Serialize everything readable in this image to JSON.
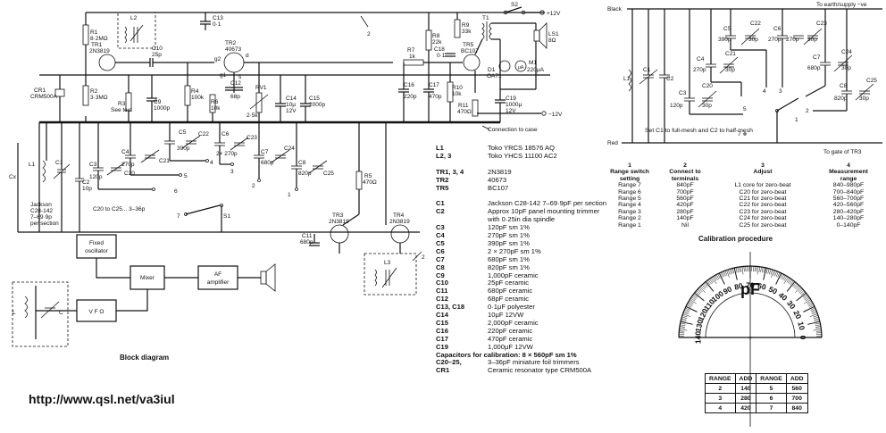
{
  "url": "http://www.qsl.net/va3iul",
  "block_diagram": {
    "title": "Block diagram",
    "fixed_osc": [
      "Fixed",
      "oscillator"
    ],
    "mixer": "Mixer",
    "af_amp": [
      "AF",
      "amplifier"
    ],
    "vfo": "V F O",
    "l": "L",
    "c": "C"
  },
  "schematic": {
    "plus12": "+12V",
    "minus12": "−12V",
    "case_note": "Connection to case",
    "s2": "S2",
    "r1": "R1",
    "r1v": "8·2MΩ",
    "l2": "L2",
    "c13": "C13",
    "c13v": "0·1",
    "tr1": "TR1",
    "tr1v": "2N3819",
    "c10": "C10",
    "c10v": "25p",
    "tr2": "TR2",
    "tr2v": "40673",
    "g2": "g2",
    "g1": "g1",
    "s": "s",
    "d": "d",
    "cr1": "CR1",
    "cr1v": "CRM500A",
    "r2": "R2",
    "r2v": "3·3MΩ",
    "r3": "R3",
    "r3v": "See text",
    "c9": "C9",
    "c9v": "1000p",
    "r4": "R4",
    "r4v": "100k",
    "c12": "C12",
    "c12v": "68p",
    "r6": "R6",
    "r6v": "10k",
    "rv1": "RV1",
    "rv1v": "2·5k",
    "c14": "C14",
    "c14v1": "10μ",
    "c14v2": "12V",
    "c15": "C15",
    "c15v": "2000p",
    "r7": "R7",
    "r7v": "1k",
    "r8": "R8",
    "r8v": "22k",
    "c18": "C18",
    "c18v": "0·1",
    "r9": "R9",
    "r9v": "33k",
    "t1": "T1",
    "tr5": "TR5",
    "tr5v": "BC107",
    "ls1": "LS1",
    "ls1v": "8Ω",
    "d1": "D1",
    "d1v": "OA71",
    "m1": "M1",
    "m1v": "220μA",
    "c16": "C16",
    "c16v": "220p",
    "c17": "C17",
    "c17v": "470p",
    "r10": "R10",
    "r10v": "10k",
    "r11": "R11",
    "r11v": "470Ω",
    "c19": "C19",
    "c19v1": "1000μ",
    "c19v2": "12V",
    "l1": "L1",
    "c1": "C1",
    "c2": "C2",
    "c2v": "10p",
    "jackson": [
      "Jackson",
      "C28-142",
      "7–69·9p",
      "per section"
    ],
    "cx": "Cx",
    "c3": "C3",
    "c3v": "120p",
    "c20": "C20",
    "c4": "C4",
    "c4v": "270p",
    "c21": "C21",
    "c5": "C5",
    "c5v": "390p",
    "c22": "C22",
    "c6": "C6",
    "c6v": "2× 270p",
    "c23": "C23",
    "c7": "C7",
    "c7v": "680p",
    "c24": "C24",
    "c8": "C8",
    "c8v": "820p",
    "c25": "C25",
    "trim_note": "C20 to C25... 3–36p",
    "s1": "S1",
    "r5": "R5",
    "r5v": "470Ω",
    "tr3": "TR3",
    "tr3v": "2N3819",
    "tr4": "TR4",
    "tr4v": "2N3819",
    "c11": "C11",
    "c11v": "680p",
    "l3": "L3",
    "terms": [
      "1",
      "2",
      "3",
      "4",
      "5",
      "6",
      "7"
    ]
  },
  "parts": [
    {
      "k": "L1",
      "v": "Toko YRCS 18576 AQ"
    },
    {
      "k": "L2, 3",
      "v": "Toko YHCS 11100 AC2"
    },
    {
      "k": "",
      "v": ""
    },
    {
      "k": "TR1, 3, 4",
      "v": "2N3819"
    },
    {
      "k": "TR2",
      "v": "40673"
    },
    {
      "k": "TR5",
      "v": "BC107"
    },
    {
      "k": "",
      "v": ""
    },
    {
      "k": "C1",
      "v": "Jackson C28-142 7–69·9pF per section"
    },
    {
      "k": "C2",
      "v": "Approx 10pF panel mounting trimmer"
    },
    {
      "k": "",
      "v": "with 0·25in dia spindle"
    },
    {
      "k": "C3",
      "v": "120pF sm 1%"
    },
    {
      "k": "C4",
      "v": "270pF sm 1%"
    },
    {
      "k": "C5",
      "v": "390pF sm 1%"
    },
    {
      "k": "C6",
      "v": "2 × 270pF sm 1%"
    },
    {
      "k": "C7",
      "v": "680pF sm 1%"
    },
    {
      "k": "C8",
      "v": "820pF sm 1%"
    },
    {
      "k": "C9",
      "v": "1,000pF ceramic"
    },
    {
      "k": "C10",
      "v": "25pF ceramic"
    },
    {
      "k": "C11",
      "v": "680pF ceramic"
    },
    {
      "k": "C12",
      "v": "68pF ceramic"
    },
    {
      "k": "C13, C18",
      "v": "0·1μF polyester"
    },
    {
      "k": "C14",
      "v": "10μF 12VW"
    },
    {
      "k": "C15",
      "v": "2,000pF ceramic"
    },
    {
      "k": "C16",
      "v": "220pF ceramic"
    },
    {
      "k": "C17",
      "v": "470pF ceramic"
    },
    {
      "k": "C19",
      "v": "1,000μF 12VW"
    },
    {
      "full": "Capacitors for calibration: 8 × 560pF sm 1%"
    },
    {
      "k": "C20–25,",
      "v": "3–36pF miniature foil trimmers"
    },
    {
      "k": "CR1",
      "v": "Ceramic resonator type CRM500A"
    }
  ],
  "calib_circuit": {
    "black": "Black",
    "red": "Red",
    "to_earth": "To earth/supply −ve",
    "to_gate": "To gate of TR3",
    "l1": "L1",
    "c1": "C1",
    "c2": "C2",
    "c3": "C3",
    "c3v": "120p",
    "c20": "C20",
    "c20v": "30p",
    "c4": "C4",
    "c4v": "270p",
    "c21": "C21",
    "c21v": "30p",
    "c5": "C5",
    "c5v": "390p",
    "c22": "C22",
    "c22v": "30p",
    "c6": "C6",
    "c6v": "270p",
    "c6v2": "270p",
    "c23": "C23",
    "c23v": "30p",
    "c7": "C7",
    "c7v": "680p",
    "c24": "C24",
    "c24v": "30p",
    "c8": "C8",
    "c8v": "820p",
    "c25": "C25",
    "c25v": "30p",
    "terms": [
      "1",
      "2",
      "3",
      "4",
      "5",
      "6",
      "7"
    ],
    "note": "Set C1 to full-mesh and C2 to half-mesh"
  },
  "range_table": {
    "col_nums": [
      "1",
      "2",
      "3",
      "4"
    ],
    "headers": [
      [
        "Range switch",
        "setting"
      ],
      [
        "Connect to",
        "terminals"
      ],
      [
        "Adjust",
        ""
      ],
      [
        "Measurement",
        "range"
      ]
    ],
    "rows": [
      [
        "Range 7",
        "840pF",
        "L1 core for zero-beat",
        "840–980pF"
      ],
      [
        "Range 6",
        "700pF",
        "C20 for zero-beat",
        "700–840pF"
      ],
      [
        "Range 5",
        "560pF",
        "C21 for zero-beat",
        "560–700pF"
      ],
      [
        "Range 4",
        "420pF",
        "C22 for zero-beat",
        "420–560pF"
      ],
      [
        "Range 3",
        "280pF",
        "C23 for zero-beat",
        "280–420pF"
      ],
      [
        "Range 2",
        "140pF",
        "C24 for zero-beat",
        "140–280pF"
      ],
      [
        "Range 1",
        "Nil",
        "C25 for zero-beat",
        "0–140pF"
      ]
    ]
  },
  "calibration": {
    "title": "Calibration procedure",
    "unit": "pF",
    "plus": "+",
    "dial_labels": [
      "140",
      "130",
      "120",
      "110",
      "100",
      "90",
      "80",
      "70",
      "60",
      "50",
      "40",
      "30",
      "20",
      "10",
      "0"
    ],
    "add_table": {
      "header": [
        "RANGE",
        "ADD",
        "RANGE",
        "ADD"
      ],
      "rows": [
        [
          "2",
          "140",
          "5",
          "560"
        ],
        [
          "3",
          "280",
          "6",
          "700"
        ],
        [
          "4",
          "420",
          "7",
          "840"
        ]
      ]
    }
  }
}
